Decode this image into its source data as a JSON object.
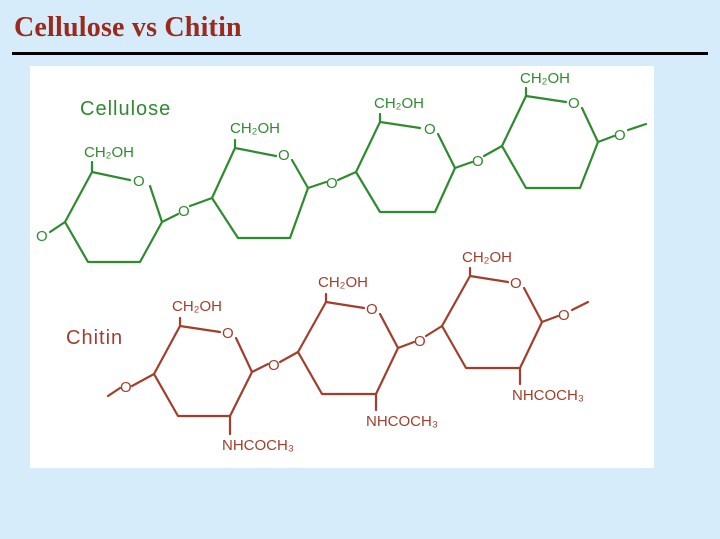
{
  "title": "Cellulose vs Chitin",
  "cellulose": {
    "label": "Cellulose",
    "substituent": "CH₂OH",
    "oxygen": "O",
    "terminal_left": "O",
    "terminal_right": "O"
  },
  "chitin": {
    "label": "Chitin",
    "substituent": "CH₂OH",
    "amide": "NHCOCH₃",
    "oxygen": "O",
    "terminal_left": "O",
    "terminal_right": "O"
  },
  "colors": {
    "background": "#d6ecfb",
    "title": "#9a2a1c",
    "cellulose": "#2e8b2e",
    "chitin": "#a23e2c"
  }
}
